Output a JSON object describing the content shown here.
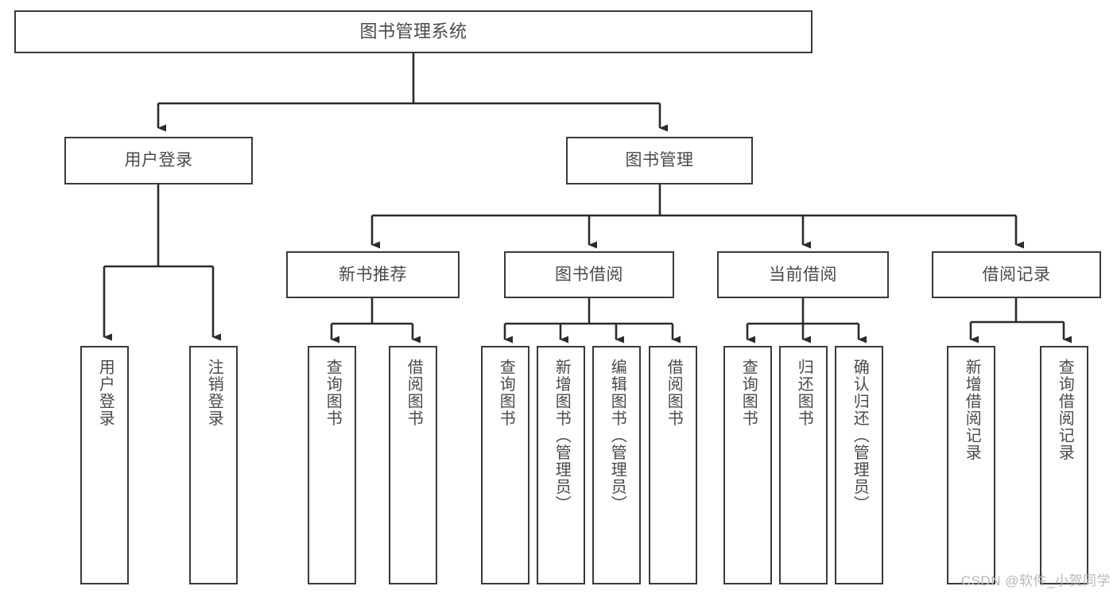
{
  "diagram": {
    "title": "图书管理系统",
    "type": "tree-hierarchy",
    "watermark": "CSDN @软件_小贺同学",
    "colors": {
      "box_border": "#3a3a3a",
      "box_fill": "#ffffff",
      "edge": "#2b2b2b",
      "text": "#4a4a4a",
      "watermark": "#b8b8b8",
      "background": "#ffffff"
    },
    "nodes": {
      "root": {
        "label": "图书管理系统"
      },
      "level2": [
        {
          "label": "用户登录"
        },
        {
          "label": "图书管理"
        }
      ],
      "level3": [
        {
          "label": "新书推荐"
        },
        {
          "label": "图书借阅"
        },
        {
          "label": "当前借阅"
        },
        {
          "label": "借阅记录"
        }
      ],
      "leaves": {
        "user_login": [
          {
            "label": "用户登录"
          },
          {
            "label": "注销登录"
          }
        ],
        "new_book": [
          {
            "label": "查询图书"
          },
          {
            "label": "借阅图书"
          }
        ],
        "book_borrow": [
          {
            "label": "查询图书"
          },
          {
            "label": "新增图书（管理员）"
          },
          {
            "label": "编辑图书（管理员）"
          },
          {
            "label": "借阅图书"
          }
        ],
        "current_borrow": [
          {
            "label": "查询图书"
          },
          {
            "label": "归还图书"
          },
          {
            "label": "确认归还（管理员）"
          }
        ],
        "borrow_record": [
          {
            "label": "新增借阅记录"
          },
          {
            "label": "查询借阅记录"
          }
        ]
      }
    }
  }
}
